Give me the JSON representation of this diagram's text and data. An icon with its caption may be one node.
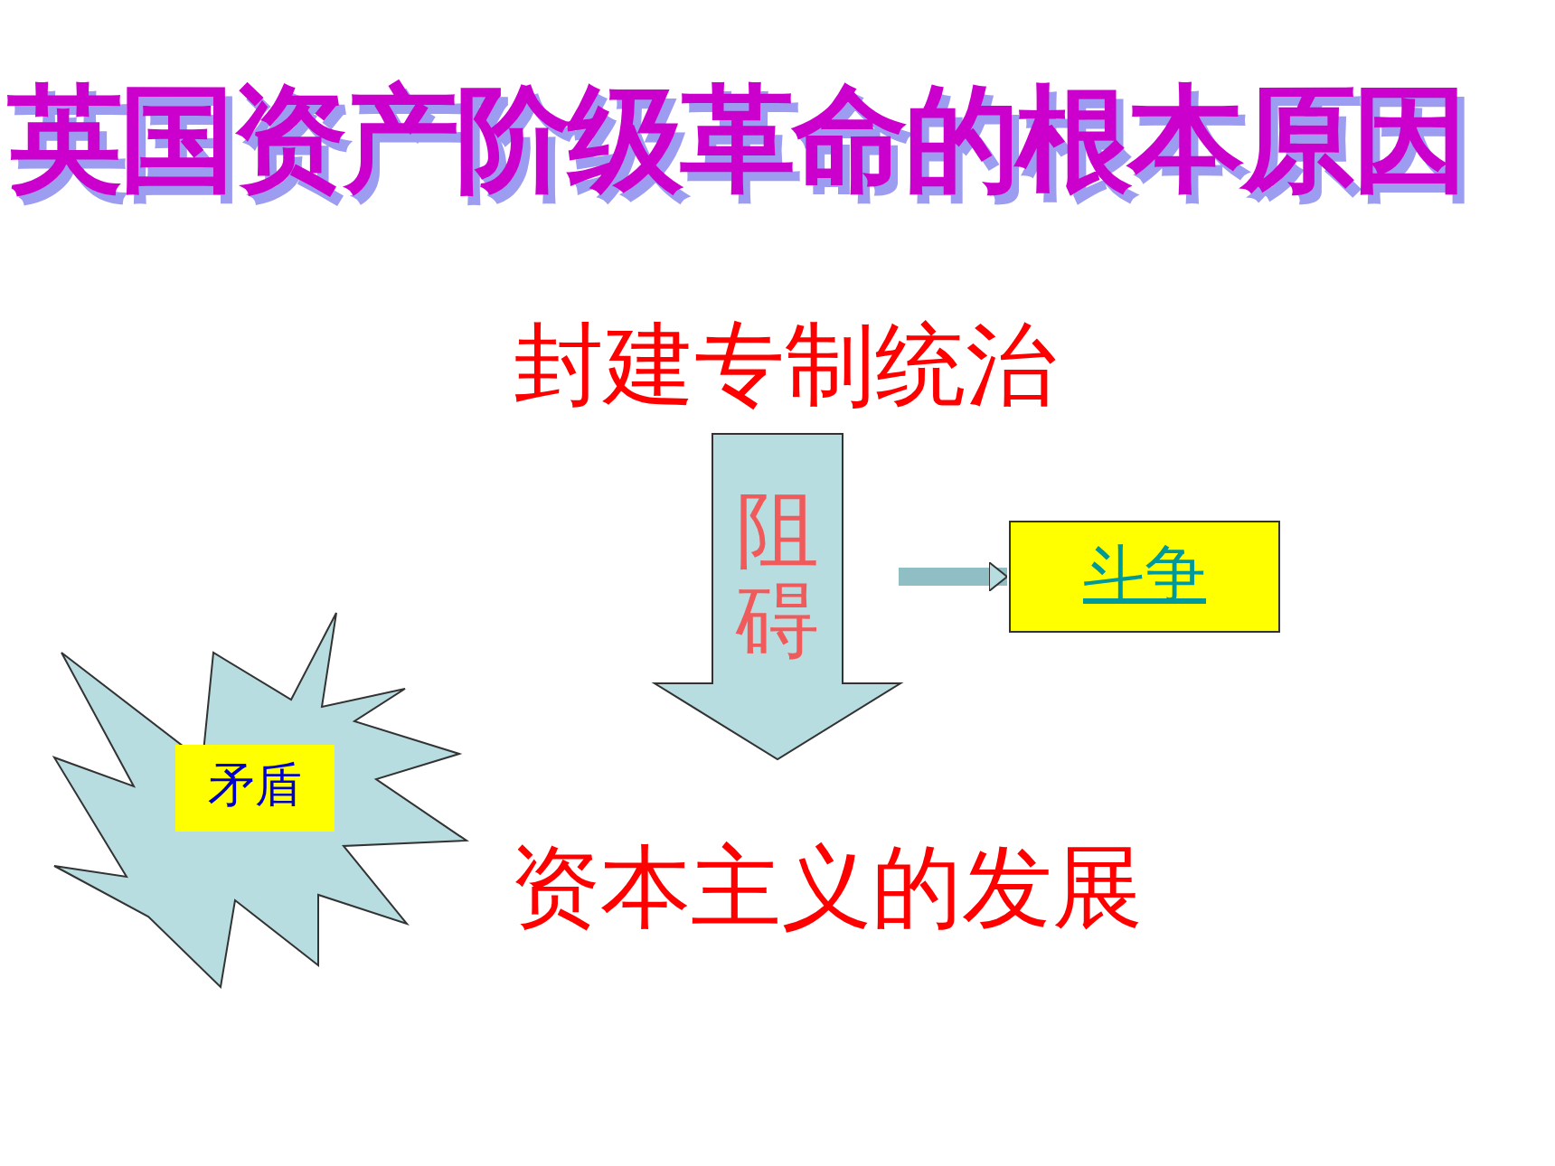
{
  "diagram": {
    "title": "英国资产阶级革命的根本原因",
    "nodes": [
      {
        "text": [
          "封建专制统治"
        ]
      },
      {
        "text": [
          "资本主义的发展"
        ]
      },
      {
        "text": [
          "斗争"
        ]
      },
      {
        "text": [],
        "shape": "star"
      },
      {
        "text": [
          "矛盾"
        ],
        "in": 3
      }
    ],
    "edges": [
      {
        "from": 0,
        "to": 1,
        "arrow": "to",
        "label": "阻碍",
        "style": "thick"
      },
      {
        "from": null,
        "to": 2,
        "arrow": "to"
      }
    ]
  }
}
